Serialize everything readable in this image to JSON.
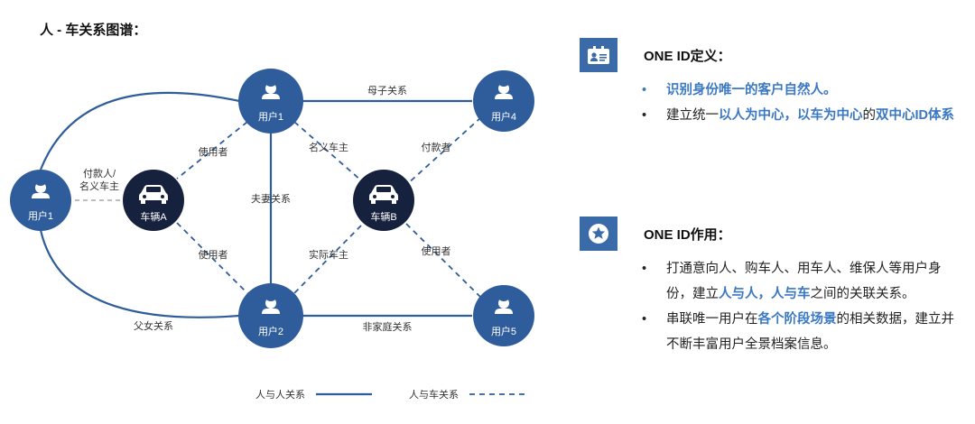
{
  "title": "人 - 车关系图谱：",
  "nodes": [
    {
      "id": "u1",
      "label": "用户1",
      "kind": "person"
    },
    {
      "id": "u0",
      "label": "用户1",
      "kind": "person"
    },
    {
      "id": "u4",
      "label": "用户4",
      "kind": "person"
    },
    {
      "id": "u2",
      "label": "用户2",
      "kind": "person"
    },
    {
      "id": "u5",
      "label": "用户5",
      "kind": "person"
    },
    {
      "id": "ca",
      "label": "车辆A",
      "kind": "car"
    },
    {
      "id": "cb",
      "label": "车辆B",
      "kind": "car"
    }
  ],
  "edges": {
    "mother_child": "母子关系",
    "father_daughter": "父女关系",
    "husband_wife": "夫妻关系",
    "non_family": "非家庭关系",
    "user_a_top": "使用者",
    "user_a_bottom": "使用者",
    "nominal_owner": "名义车主",
    "actual_owner": "实际车主",
    "payer_b": "付款者",
    "user_b": "使用者",
    "payer_nominal_1": "付款人/",
    "payer_nominal_2": "名义车主"
  },
  "legend": {
    "person_person": "人与人关系",
    "person_car": "人与车关系"
  },
  "colors": {
    "node_blue": "#2f5d9b",
    "node_dark": "#16213e",
    "accent": "#3a78c2",
    "icon_bg": "#3a6aa8"
  },
  "panel1": {
    "icon": "id-card-icon",
    "title": "ONE ID定义：",
    "b1": "识别身份唯一的客户自然人。",
    "b2_pre": "建立统一",
    "b2_hl1": "以人为中心，以车为中心",
    "b2_mid": "的",
    "b2_hl2": "双中心ID体系"
  },
  "panel2": {
    "icon": "star-icon",
    "title": "ONE ID作用：",
    "b1_pre": "打通意向人、购车人、用车人、维保人等用户身份，建立",
    "b1_hl": "人与人，人与车",
    "b1_post": "之间的关联关系。",
    "b2_pre": "串联唯一用户在",
    "b2_hl": "各个阶段场景",
    "b2_post": "的相关数据，建立并不断丰富用户全景档案信息。"
  },
  "bullet_char": "•"
}
